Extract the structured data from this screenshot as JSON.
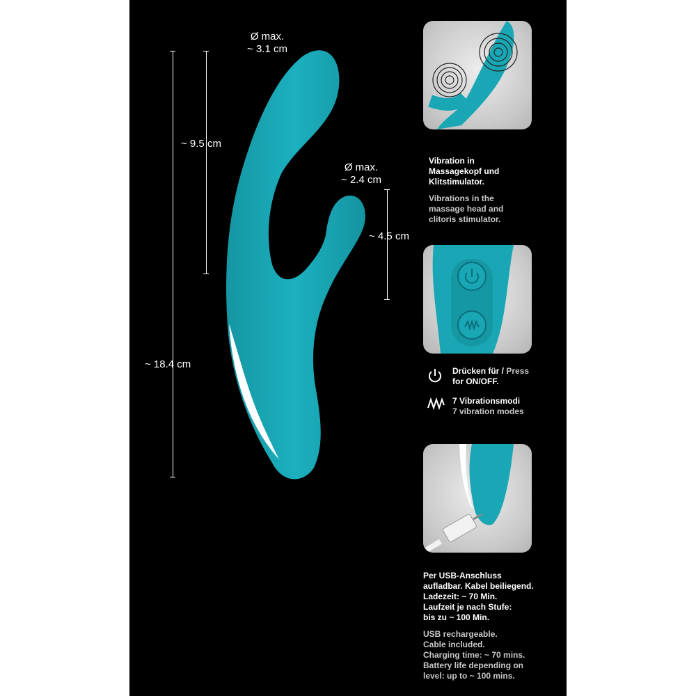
{
  "colors": {
    "panel_bg": "#000000",
    "product": "#1aa7b5",
    "product_dark": "#0a6f7a",
    "white_strip": "#ffffff",
    "text": "#ffffff",
    "text_secondary": "#c8c8c8",
    "thumb_bg": "#d4d4d4"
  },
  "dimensions": {
    "shaft_diameter": [
      "Ø max.",
      "~ 3.1 cm"
    ],
    "clit_diameter": [
      "Ø max.",
      "~ 2.4 cm"
    ],
    "insertable_length": "~ 9.5 cm",
    "total_length": "~ 18.4 cm",
    "clit_length": "~ 4.5 cm"
  },
  "features": {
    "vibration": {
      "de": [
        "Vibration in",
        "Massagekopf und",
        "Klitstimulator."
      ],
      "en": [
        "Vibrations in the",
        "massage head and",
        "clitoris stimulator."
      ]
    },
    "power": {
      "de": "Drücken für /",
      "en_inline": " Press",
      "line2": "for ON/OFF.",
      "icon": "power-icon"
    },
    "modes": {
      "de": "7 Vibrationsmodi",
      "en": "7 vibration modes",
      "icon": "vibration-wave-icon"
    },
    "charging": {
      "de": [
        "Per USB-Anschluss",
        "aufladbar. Kabel beiliegend.",
        "Ladezeit: ~ 70 Min.",
        "Laufzeit je nach Stufe:",
        "bis zu ~ 100 Min."
      ],
      "en": [
        "USB rechargeable.",
        "Cable included.",
        "Charging time: ~ 70 mins.",
        "Battery life depending on",
        "level: up to ~ 100 mins."
      ]
    }
  }
}
